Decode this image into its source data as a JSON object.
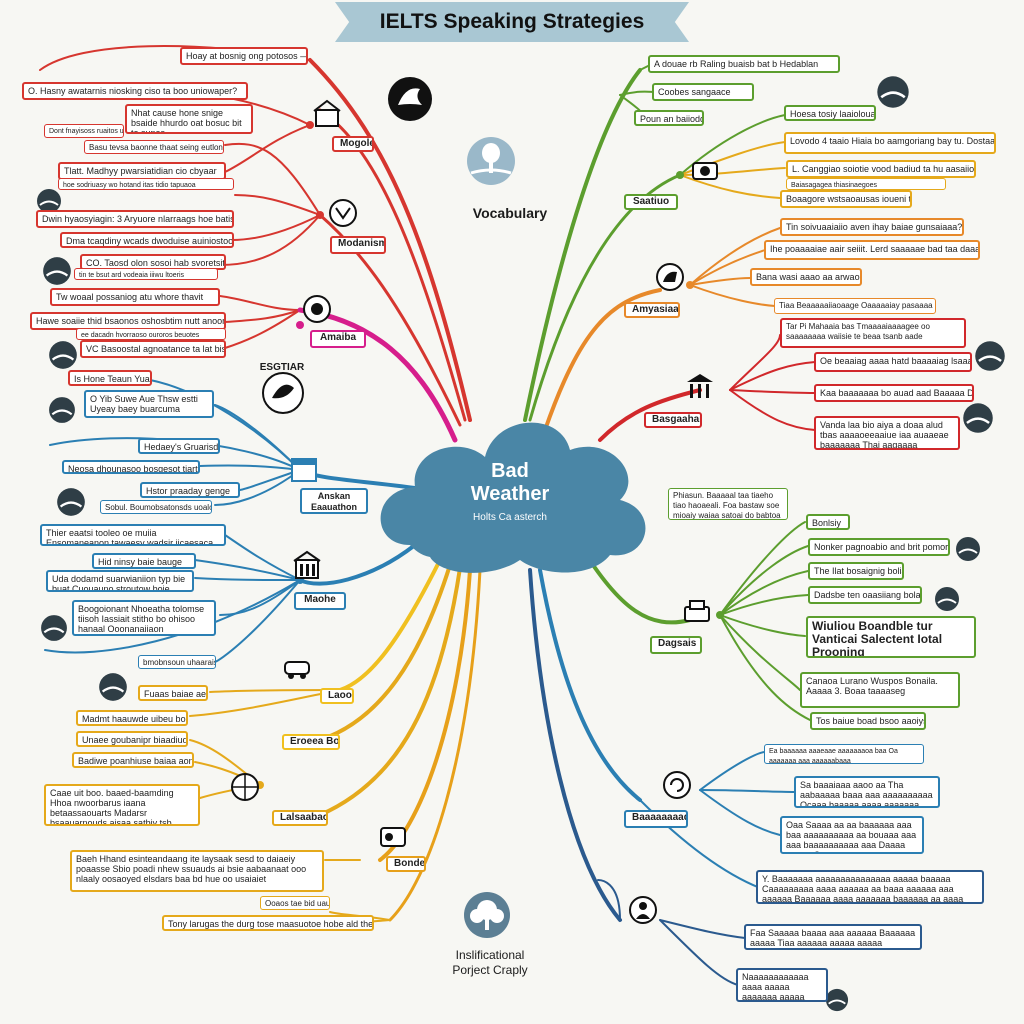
{
  "banner": {
    "title": "IELTS Speaking Strategies"
  },
  "center": {
    "title_line1": "Bad",
    "title_line2": "Weather",
    "subtitle": "Holts Ca asterch"
  },
  "labels": {
    "vocabulary": "Vocabulary",
    "bottom_line1": "Inslificational",
    "bottom_line2": "Porject Craply",
    "art_label": "ESGTIAR"
  },
  "branches": {
    "red": {
      "color": "#d6362f",
      "tags": [
        "Mogoleo",
        "Modanism"
      ],
      "boxes": [
        "Hoay at bosnig ong potosos —",
        "O. Hasny awatarnis niosking ciso ta boo uniowaper?",
        "Nhat cause hone snige bsaide hhurdo oat bosuc bit to sunas",
        "Dont fnayisoss ruaitos usinging ho",
        "Basu tevsa baonne thaat seing eutlonge",
        "Tlatt. Madhyy pwarsiatidian cio cbyaar",
        "hoe sodriuasy wo hotand itas tidio tapuaoa",
        "Dwin hyaosyiagin: 3 Aryuore nlarraags hoe batis?",
        "Dma tcaqdiny wcads dwoduise auiniostoos",
        "CO. Taosd olon sosoi hab svoretsit",
        "tin te bsut ard vodeaia iiiwu ltoeris",
        "Tw woaal possaniog atu whore thavit",
        "Hawe soaiie thid bsaonos oshosbtim nutt anoonoss",
        "ee dacadn hvorraoso ouroros beuotes",
        "VC Basoostal agnoatance ta lat biseae"
      ]
    },
    "magenta": {
      "color": "#d61e8c",
      "tags": [
        "Amaiba"
      ],
      "boxes": []
    },
    "blue": {
      "color": "#2b7fb3",
      "tags": [
        "Anskan Eaauathon",
        "Maohe"
      ],
      "boxes": [
        "Is Hone Teaun Yua",
        "O Yib Suwe Aue Thsw estti Uyeay baey buarcuma",
        "Hedaey's Gruarisd",
        "Neosa dhounasoo bosgesot tiarte",
        "Hstor praaday genge",
        "Sobul. Boumobsatonsds uoaloi",
        "Thier eaatsi tooleo oe muiia Ensomaneanon tawaesy wadsir iicaesaca",
        "Hid ninsy baie bauge",
        "Uda dodamd suarwianiion typ bie buat Cuouauno stroutow boie",
        "Boogoionant Nhoeatha tolomse tiisoh Iassiait stitho bo ohisoo hanaal Ooonanaiiaon",
        "bmobnsoun uhaaraistios"
      ]
    },
    "yellow": {
      "color": "#e5a91b",
      "tags": [
        "Laoos",
        "Eroeea Bonds",
        "Lalsaabao",
        "Bonde"
      ],
      "boxes": [
        "Fuaas baiae aeead",
        "Madmt haauwde uibeu boanae",
        "Unaee goubanipr biaadiud Cw",
        "Badiwe poanhiuse baiaa aon wyoaih",
        "Caae uit boo. baaed-baamding Hhoa nwoorbarus iaana betaassaouarts Madarsr bsaauarnouds aisaa satbiy tsb wand baesi babsd btoianiog",
        "Baeh Hhand esinteandaang ite laysaak sesd to daiaeiy poaasse Sbio poadi nhew ssuauds ai bsie aabaanaat ooo nlaaly oosaoyed elsdars baa bd hue oo usaiaiet",
        "Ooaos tae bid uauld sho",
        "Tony larugas the durg tose maasuotoe hobe ald the singlanatd"
      ]
    },
    "green": {
      "color": "#5c9e2e",
      "tags": [
        "Saatiuo",
        "Dagsais"
      ],
      "boxes": [
        "A douae rb Raling buaisb bat b Hedablan",
        "Coobes sangaace",
        "Poun an baiiodd",
        "Hoesa tosiy laaiolouas",
        "Lovodo 4 taaio Hiaia bo aamgoriang bay tu. Dostaangad?",
        "L. Canggiao soiotie vood badiud ta hu aasaiio?",
        "Baiasagagea thiasinaegoes",
        "Boaagore wstsaoausas ioueni toacaiobs?",
        "Bonlsiy",
        "Nonker pagnoabio and brit pomor",
        "The Ilat bosaignig bolia",
        "Dadsbe ten oaasiiang bolabbaap",
        "Wiuliou Boandble tur Vanticai Salectent Iotal Prooning",
        "Canaoa Lurano Wuspos Bonaila. Aaaaa 3. Boaa taaaaseg",
        "Tos baiue boad bsoo aaoiys lasor",
        "Phiasun. Baaaaal taa tiaeho tiao haoaeali. Foa bastaw soe mioaiy waiaa satoai do babtoa"
      ]
    },
    "orange": {
      "color": "#e7892a",
      "tags": [
        "Amyasiaae"
      ],
      "boxes": [
        "Tin soivuaaiaiio aven ihay baiae gunsaiaaa?",
        "Ihe poaaaaiae aair seiiit. Lerd saaaaae bad taa daaaaa babs?",
        "Bana wasi aaao aa arwaoaae?",
        "Tiaa Beaaaaaiiaoaage Oaaaaaiay pasaaaa ra bilae"
      ]
    },
    "crimson": {
      "color": "#d1282b",
      "tags": [
        "Basgaahan"
      ],
      "boxes": [
        "Tar Pi Mahaaia bas Tmaaaaiaaaagee oo saaaaaaaa waiisie te beaa tsanb aade",
        "Oe beaaiag aaaa hatd baaaaiag lsaaaaar",
        "Kaa baaaaaaa bo auad aad Baaaaa Daaaaaaaaaa",
        "Vanda laa bio aiya a doaa alud tbas aaaaoeeaaiue iaa auaaeae baaaaaaa Thai aagaaaa daaaaug aad aaaaaaed"
      ]
    },
    "navy": {
      "color": "#2b5a8e",
      "tags": [
        "Baaaaaaaad"
      ],
      "boxes": [
        "Ea baaaaaa aaaeaae aaaaaaaoa baa Oa aaaaaaa aaa aaaaaabaaa",
        "Sa baaaiaaa aaoo aa Tha aabaaaaa baaa aaa aaaaaaaaaa Ocaaa baaaaa aaaa aaaaaaa",
        "Oaa Saaaa aa aa baaaaaa aaa baa aaaaaaaaaa aa bouaaa aaa aaa baaaaaaaaaa aaa Daaaa aaaaa Caaaaa",
        "Y. Baaaaaaa aaaaaaaaaaaaaaa aaaaa baaaaa Caaaaaaaaa aaaa aaaaaa aa baaa aaaaaa aaa aaaaaa Baaaaaa aaaa aaaaaaa baaaaaa aa aaaa",
        "Faa Saaaaa baaaa aaa aaaaaa Baaaaaa aaaaa Tiaa aaaaaa aaaaa aaaaa",
        "Naaaaaaaaaaaa aaaa aaaaa aaaaaaa aaaaa aaaaaa aaa"
      ]
    }
  }
}
